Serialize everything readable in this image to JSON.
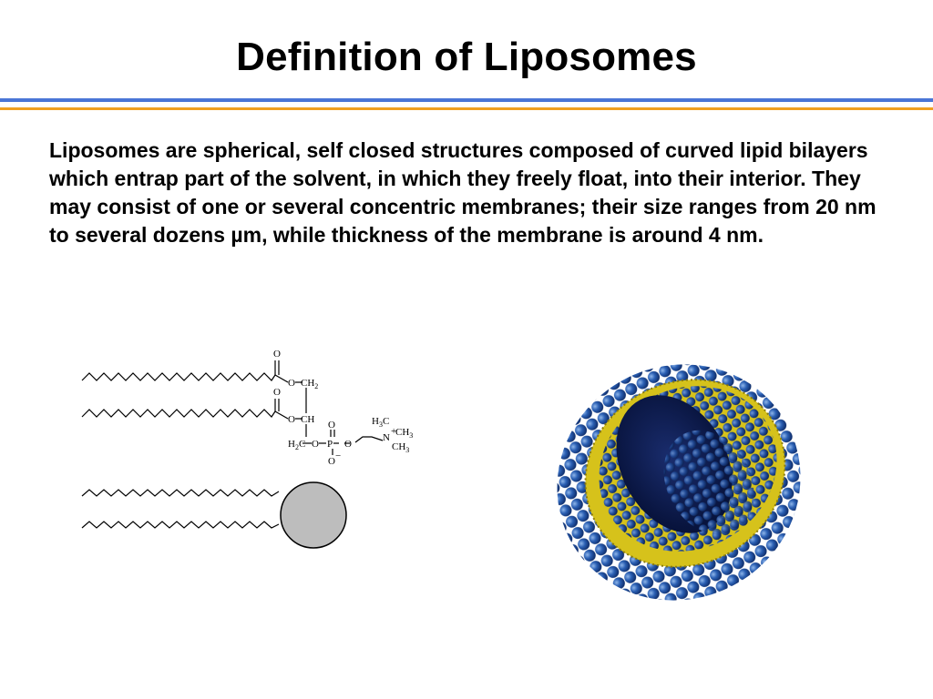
{
  "slide": {
    "title": "Definition of Liposomes",
    "body": "Liposomes are spherical, self closed structures composed of curved lipid bilayers which entrap part of the solvent, in which they freely float, into their interior. They may consist of one or several concentric membranes; their size ranges from 20 nm to several dozens µm, while thickness of the membrane is around 4 nm."
  },
  "chem_structure": {
    "atoms": {
      "o": "O",
      "o_minus": "O",
      "p": "P",
      "ch2": "CH",
      "ch": "CH",
      "h2c": "H",
      "h3c": "H",
      "n_plus": "N",
      "ch3": "CH",
      "sub_2": "2",
      "sub_3": "3",
      "plus": "+",
      "minus": "−",
      "c": "C"
    }
  },
  "colors": {
    "rule_blue": "#4a76d6",
    "rule_orange": "#f0a020",
    "head_group": "#bdbdbd",
    "lipid_head_blue": "#1f4f9c",
    "lipid_tail_yellow": "#d6c21b"
  }
}
